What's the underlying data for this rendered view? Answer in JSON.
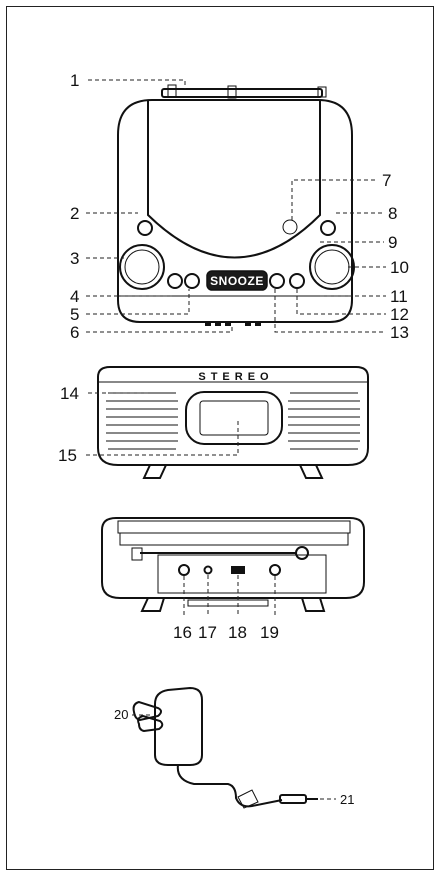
{
  "figure": {
    "callouts": [
      "1",
      "2",
      "3",
      "4",
      "5",
      "6",
      "7",
      "8",
      "9",
      "10",
      "11",
      "12",
      "13",
      "14",
      "15",
      "16",
      "17",
      "18",
      "19",
      "20",
      "21"
    ],
    "button_label": "SNOOZE",
    "grille_text": "STEREO"
  }
}
